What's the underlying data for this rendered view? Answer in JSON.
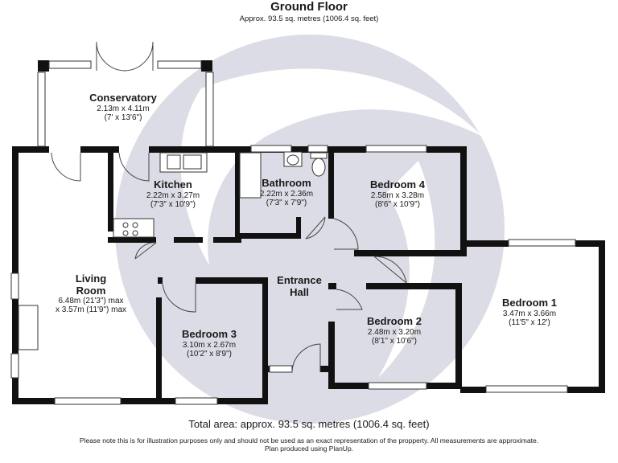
{
  "header": {
    "title": "Ground Floor",
    "subtitle": "Approx. 93.5 sq. metres (1006.4 sq. feet)"
  },
  "rooms": {
    "conservatory": {
      "name": "Conservatory",
      "metric": "2.13m x 4.11m",
      "imperial": "(7' x 13'6\")"
    },
    "kitchen": {
      "name": "Kitchen",
      "metric": "2.22m x 3.27m",
      "imperial": "(7'3\" x 10'9\")"
    },
    "bathroom": {
      "name": "Bathroom",
      "metric": "2.22m x 2.36m",
      "imperial": "(7'3\" x 7'9\")"
    },
    "bedroom4": {
      "name": "Bedroom 4",
      "metric": "2.58m x 3.28m",
      "imperial": "(8'6\" x 10'9\")"
    },
    "living": {
      "name_1": "Living",
      "name_2": "Room",
      "metric": "6.48m (21'3\") max",
      "imperial": "x 3.57m (11'9\") max"
    },
    "entrance": {
      "name_1": "Entrance",
      "name_2": "Hall"
    },
    "bedroom1": {
      "name": "Bedroom 1",
      "metric": "3.47m x 3.66m",
      "imperial": "(11'5\" x 12')"
    },
    "bedroom2": {
      "name": "Bedroom 2",
      "metric": "2.48m x 3.20m",
      "imperial": "(8'1\" x 10'6\")"
    },
    "bedroom3": {
      "name": "Bedroom 3",
      "metric": "3.10m x 2.67m",
      "imperial": "(10'2\" x 8'9\")"
    }
  },
  "footer": {
    "total": "Total area: approx. 93.5 sq. metres (1006.4 sq. feet)",
    "note_1": "Please note this is for illustration purposes only and should not be used as an exact representation of the propperty. All measurements are approximate.",
    "note_2": "Plan produced using PlanUp."
  },
  "colors": {
    "wall": "#111111",
    "watermark": "#dcdce6",
    "window": "#ffffff"
  }
}
